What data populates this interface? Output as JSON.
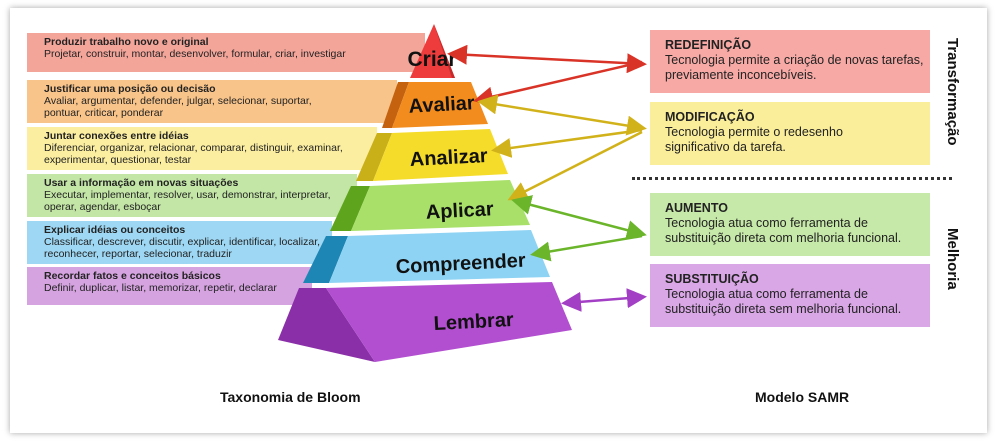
{
  "bloom": {
    "levels": [
      {
        "name": "Criar",
        "title": "Produzir trabalho novo e original",
        "desc": "Projetar, construir, montar, desenvolver, formular, criar, investigar",
        "color": "#f4a59a"
      },
      {
        "name": "Avaliar",
        "title": "Justificar uma posição ou decisão",
        "desc": "Avaliar, argumentar, defender, julgar, selecionar, suportar, pontuar, criticar, ponderar",
        "color": "#f8c48a"
      },
      {
        "name": "Analizar",
        "title": "Juntar conexões entre idéias",
        "desc": "Diferenciar, organizar, relacionar, comparar, distinguir, examinar, experimentar, questionar, testar",
        "color": "#fbeea0"
      },
      {
        "name": "Aplicar",
        "title": "Usar a informação em novas situações",
        "desc": "Executar, implementar, resolver, usar, demonstrar, interpretar, operar, agendar, esboçar",
        "color": "#c3e6a6"
      },
      {
        "name": "Compreender",
        "title": "Explicar idéias ou conceitos",
        "desc": "Classificar, descrever, discutir, explicar, identificar, localizar, reconhecer, reportar, selecionar, traduzir",
        "color": "#9ed7f3"
      },
      {
        "name": "Lembrar",
        "title": "Recordar fatos e conceitos básicos",
        "desc": "Definir, duplicar, listar, memorizar, repetir, declarar",
        "color": "#d5a3e0"
      }
    ],
    "footer": "Taxonomia de Bloom"
  },
  "samr": {
    "boxes": [
      {
        "title": "REDEFINIÇÃO",
        "desc": "Tecnologia permite a criação de novas tarefas, previamente inconcebíveis.",
        "color": "#f6a9a5"
      },
      {
        "title": "MODIFICAÇÃO",
        "desc": "Tecnologia permite o redesenho significativo da tarefa.",
        "color": "#fbee9a"
      },
      {
        "title": "AUMENTO",
        "desc": "Tecnologia atua como ferramenta de substituição direta com melhoria funcional.",
        "color": "#c6e8a8"
      },
      {
        "title": "SUBSTITUIÇÃO",
        "desc": "Tecnologia atua como ferramenta de substituição direta sem melhoria funcional.",
        "color": "#d9a6e6"
      }
    ],
    "group_top": "Transformação",
    "group_bottom": "Melhoria",
    "footer": "Modelo SAMR"
  },
  "colors": {
    "criar": "#ee3b3b",
    "avaliar": "#f28c1e",
    "analizar": "#f5dc2a",
    "aplicar": "#7fd02b",
    "compreender": "#35aee4",
    "lembrar": "#b24fd0",
    "arrow_red": "#d93327",
    "arrow_yellow": "#d2b21b",
    "arrow_green": "#6bb52b",
    "arrow_purple": "#a23fc4"
  }
}
